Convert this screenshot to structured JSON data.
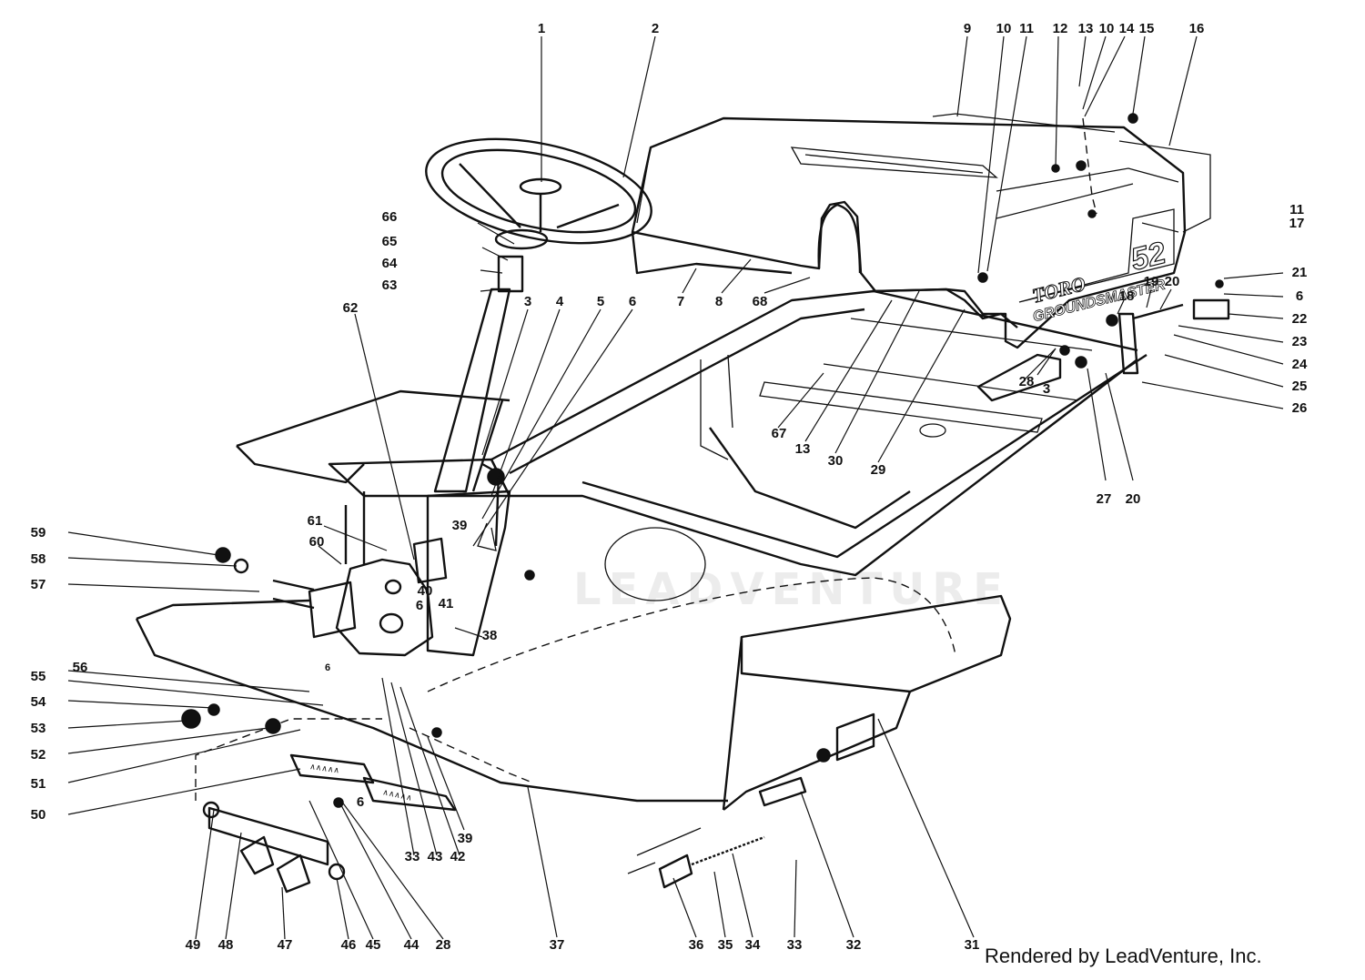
{
  "diagram": {
    "decal_brand": "TORO",
    "decal_model": "GROUNDSMASTER",
    "decal_number": "52",
    "pedal_text": "∧∧∧∧∧",
    "watermark": "LEADVENTURE",
    "credit": "Rendered by LeadVenture, Inc.",
    "callouts": {
      "1": "1",
      "2": "2",
      "3": "3",
      "4": "4",
      "5": "5",
      "6": "6",
      "7": "7",
      "8": "8",
      "9": "9",
      "10": "10",
      "11": "11",
      "12": "12",
      "13": "13",
      "14": "14",
      "15": "15",
      "16": "16",
      "17": "17",
      "18": "18",
      "19": "19",
      "20": "20",
      "21": "21",
      "22": "22",
      "23": "23",
      "24": "24",
      "25": "25",
      "26": "26",
      "27": "27",
      "28": "28",
      "29": "29",
      "30": "30",
      "31": "31",
      "32": "32",
      "33": "33",
      "34": "34",
      "35": "35",
      "36": "36",
      "37": "37",
      "38": "38",
      "39": "39",
      "40": "40",
      "41": "41",
      "42": "42",
      "43": "43",
      "44": "44",
      "45": "45",
      "46": "46",
      "47": "47",
      "48": "48",
      "49": "49",
      "50": "50",
      "51": "51",
      "52": "52",
      "53": "53",
      "54": "54",
      "55": "55",
      "56": "56",
      "57": "57",
      "58": "58",
      "59": "59",
      "60": "60",
      "61": "61",
      "62": "62",
      "63": "63",
      "64": "64",
      "65": "65",
      "66": "66",
      "67": "67",
      "68": "68"
    }
  }
}
